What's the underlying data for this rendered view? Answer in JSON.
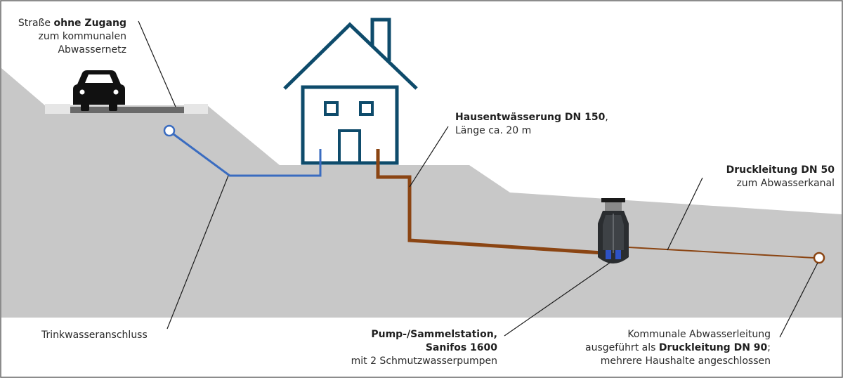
{
  "labels": {
    "road": {
      "line1_pre": "Straße ",
      "line1_bold": "ohne Zugang",
      "line2": "zum kommunalen",
      "line3": "Abwassernetz"
    },
    "house_drain": {
      "line1_bold": "Hausentwässerung DN 150",
      "line1_post": ",",
      "line2": "Länge ca. 20 m"
    },
    "pressure_line": {
      "line1_bold": "Druckleitung DN 50",
      "line2": "zum Abwasserkanal"
    },
    "water_connection": {
      "text": "Trinkwasseranschluss"
    },
    "pump_station": {
      "line1_bold": "Pump-/Sammelstation,",
      "line2_bold": "Sanifos 1600",
      "line3": "mit 2 Schmutzwasserpumpen"
    },
    "municipal": {
      "line1": "Kommunale Abwasserleitung",
      "line2_pre": "ausgeführt als ",
      "line2_bold": "Druckleitung DN 90",
      "line2_post": ";",
      "line3": "mehrere Haushalte angeschlossen"
    }
  },
  "colors": {
    "ground": "#c8c8c8",
    "house": "#0e4b6b",
    "water_pipe": "#3a6cc0",
    "sewer_pipe": "#8b4513",
    "road": "#6a6a6a",
    "curb": "#e6e6e6",
    "car": "#111111",
    "leader": "#1a1a1a",
    "frame": "#666666"
  },
  "icons": {
    "car": "car-icon",
    "house": "house-icon",
    "pump": "pump-station-icon"
  }
}
